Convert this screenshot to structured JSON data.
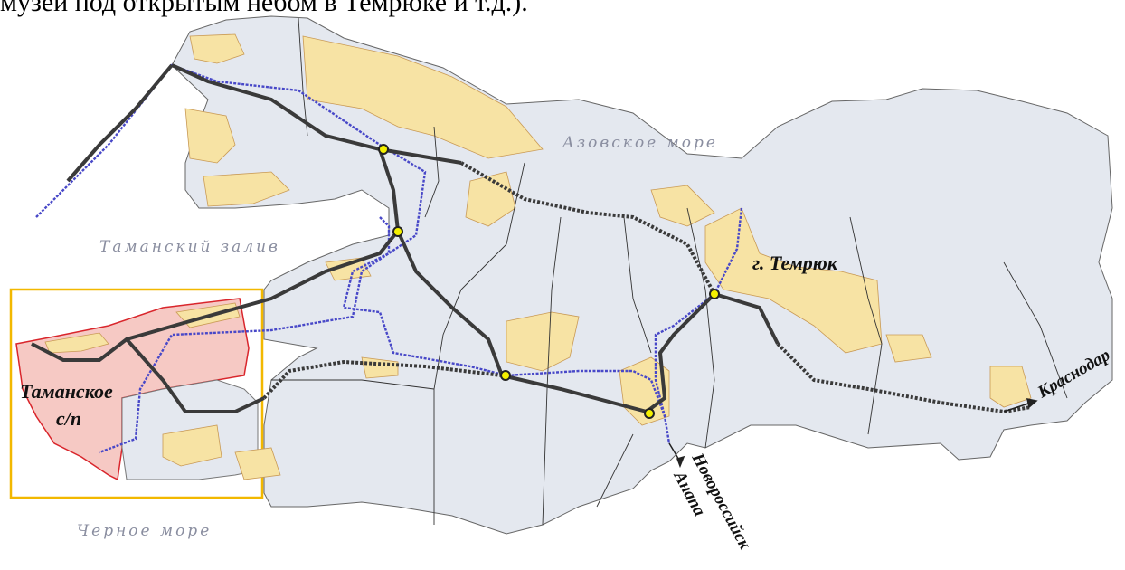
{
  "header_text": "музей под открытым небом в Темрюке и т.д.).",
  "labels": {
    "azov_sea": "Азовское море",
    "taman_bay": "Таманский залив",
    "black_sea": "Черное море",
    "temryuk": "г. Темрюк",
    "taman_sp_line1": "Таманское",
    "taman_sp_line2": "с/п",
    "krasnodar": "Краснодар",
    "novorossiysk": "Новороссийск",
    "anapa": "Анапа"
  },
  "colors": {
    "land": "#e4e8ef",
    "settlement": "#f7e3a4",
    "highlight_area": "#f6c9c4",
    "highlight_border": "#d9262c",
    "inset_frame": "#f2b800",
    "district_border": "#333333",
    "railway": "#3a3a3a",
    "road": "#4848c8",
    "junction": "#f4f000",
    "sea_text": "#8a8ea0"
  }
}
